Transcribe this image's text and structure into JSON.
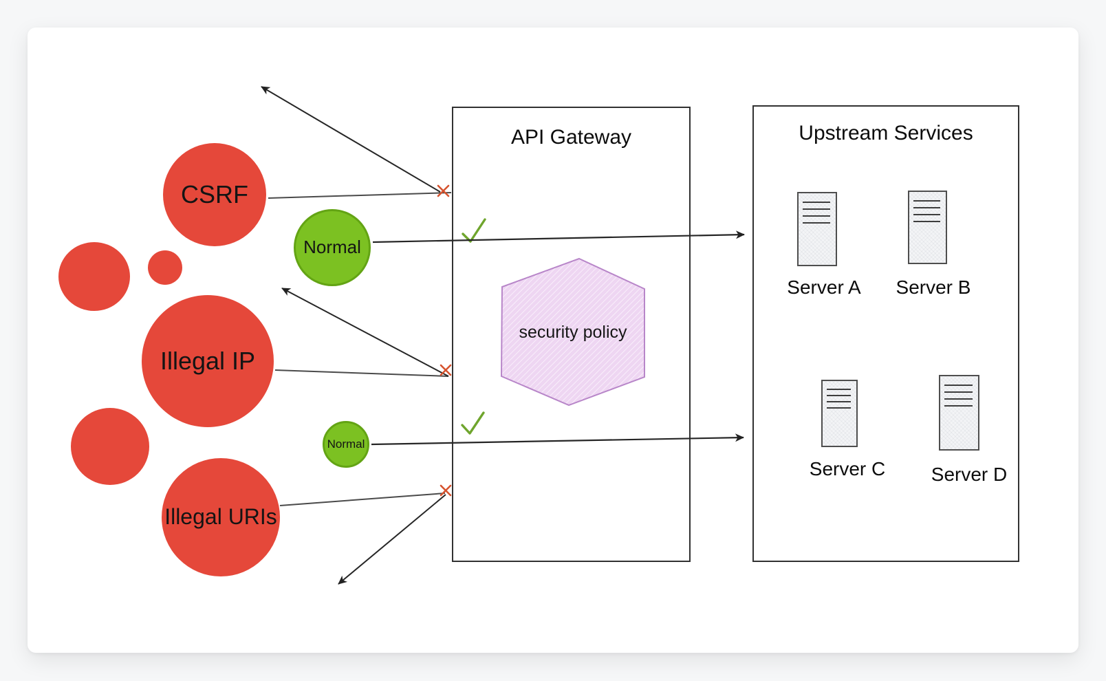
{
  "diagram": {
    "background": "#f6f7f8",
    "card_background": "#ffffff",
    "gateway": {
      "title": "API Gateway",
      "policy": {
        "label": "security policy",
        "shape": "hexagon",
        "fill": "#eed6f2",
        "stroke": "#b886c9"
      }
    },
    "upstream": {
      "title": "Upstream Services",
      "servers": [
        {
          "label": "Server A"
        },
        {
          "label": "Server B"
        },
        {
          "label": "Server C"
        },
        {
          "label": "Server D"
        }
      ]
    },
    "traffic": {
      "threats": [
        {
          "label": "CSRF"
        },
        {
          "label": "Illegal IP"
        },
        {
          "label": "Illegal URIs"
        }
      ],
      "unlabeled_threat_circles": 3,
      "normal": [
        {
          "label": "Normal"
        },
        {
          "label": "Normal"
        }
      ]
    },
    "icons": {
      "blocked": {
        "glyph": "x",
        "color": "#d6532e"
      },
      "allowed": {
        "glyph": "check",
        "color": "#6fa52d"
      }
    },
    "colors": {
      "threat_circle": "#e5483a",
      "normal_circle": "#7cc122",
      "normal_circle_border": "#63a414",
      "box_border": "#313131",
      "arrow": "#262626",
      "request_line": "#4a4a4a",
      "server_fill": "#f3f4f6",
      "server_border": "#4e4e4e"
    }
  }
}
